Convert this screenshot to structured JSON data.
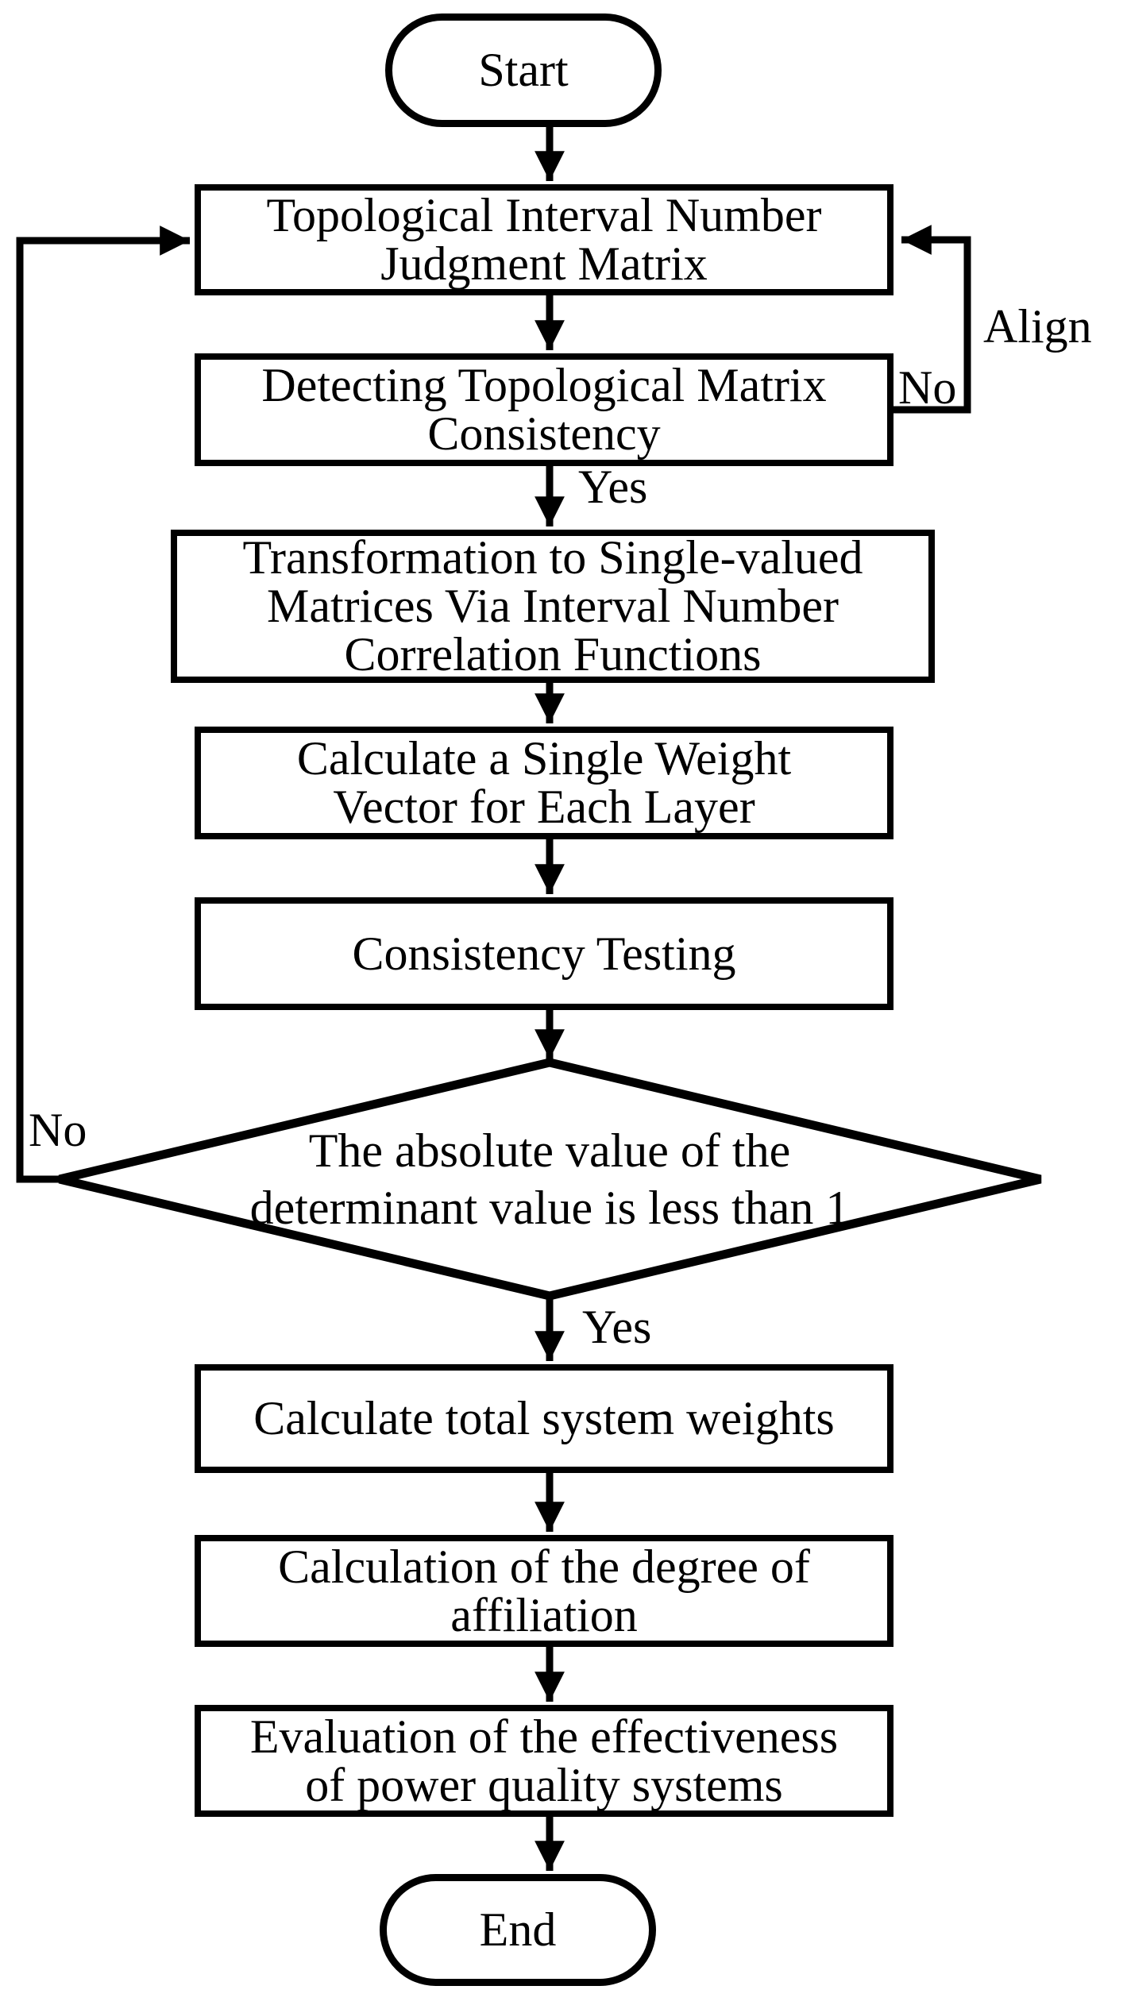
{
  "diagram_type": "flowchart",
  "colors": {
    "ink": "#000000",
    "background": "#ffffff",
    "node_fill": "#ffffff"
  },
  "nodes": {
    "start": {
      "type": "terminator",
      "label": "Start"
    },
    "judgment_matrix": {
      "type": "process",
      "lines": [
        "Topological Interval Number",
        "Judgment Matrix"
      ]
    },
    "detect_consistency": {
      "type": "process",
      "lines": [
        "Detecting Topological Matrix",
        "Consistency"
      ]
    },
    "transformation": {
      "type": "process",
      "lines": [
        "Transformation to Single-valued",
        "Matrices Via Interval Number",
        "Correlation Functions"
      ]
    },
    "single_weight": {
      "type": "process",
      "lines": [
        "Calculate a Single Weight",
        "Vector for Each Layer"
      ]
    },
    "consistency_testing": {
      "type": "process",
      "lines": [
        "Consistency Testing"
      ]
    },
    "decision": {
      "type": "decision",
      "lines": [
        "The absolute value of the",
        "determinant value is less than 1"
      ]
    },
    "total_weights": {
      "type": "process",
      "lines": [
        "Calculate total system weights"
      ]
    },
    "degree_affiliation": {
      "type": "process",
      "lines": [
        "Calculation of the degree of",
        "affiliation"
      ]
    },
    "evaluation": {
      "type": "process",
      "lines": [
        "Evaluation of the effectiveness",
        "of power quality systems"
      ]
    },
    "end": {
      "type": "terminator",
      "label": "End"
    }
  },
  "edges": [
    {
      "from": "start",
      "to": "judgment_matrix",
      "label": ""
    },
    {
      "from": "judgment_matrix",
      "to": "detect_consistency",
      "label": ""
    },
    {
      "from": "detect_consistency",
      "to": "judgment_matrix",
      "label": "No",
      "annotation": "Align",
      "side": "right"
    },
    {
      "from": "detect_consistency",
      "to": "transformation",
      "label": "Yes"
    },
    {
      "from": "transformation",
      "to": "single_weight",
      "label": ""
    },
    {
      "from": "single_weight",
      "to": "consistency_testing",
      "label": ""
    },
    {
      "from": "consistency_testing",
      "to": "decision",
      "label": ""
    },
    {
      "from": "decision",
      "to": "judgment_matrix",
      "label": "No",
      "side": "left"
    },
    {
      "from": "decision",
      "to": "total_weights",
      "label": "Yes"
    },
    {
      "from": "total_weights",
      "to": "degree_affiliation",
      "label": ""
    },
    {
      "from": "degree_affiliation",
      "to": "evaluation",
      "label": ""
    },
    {
      "from": "evaluation",
      "to": "end",
      "label": ""
    }
  ]
}
